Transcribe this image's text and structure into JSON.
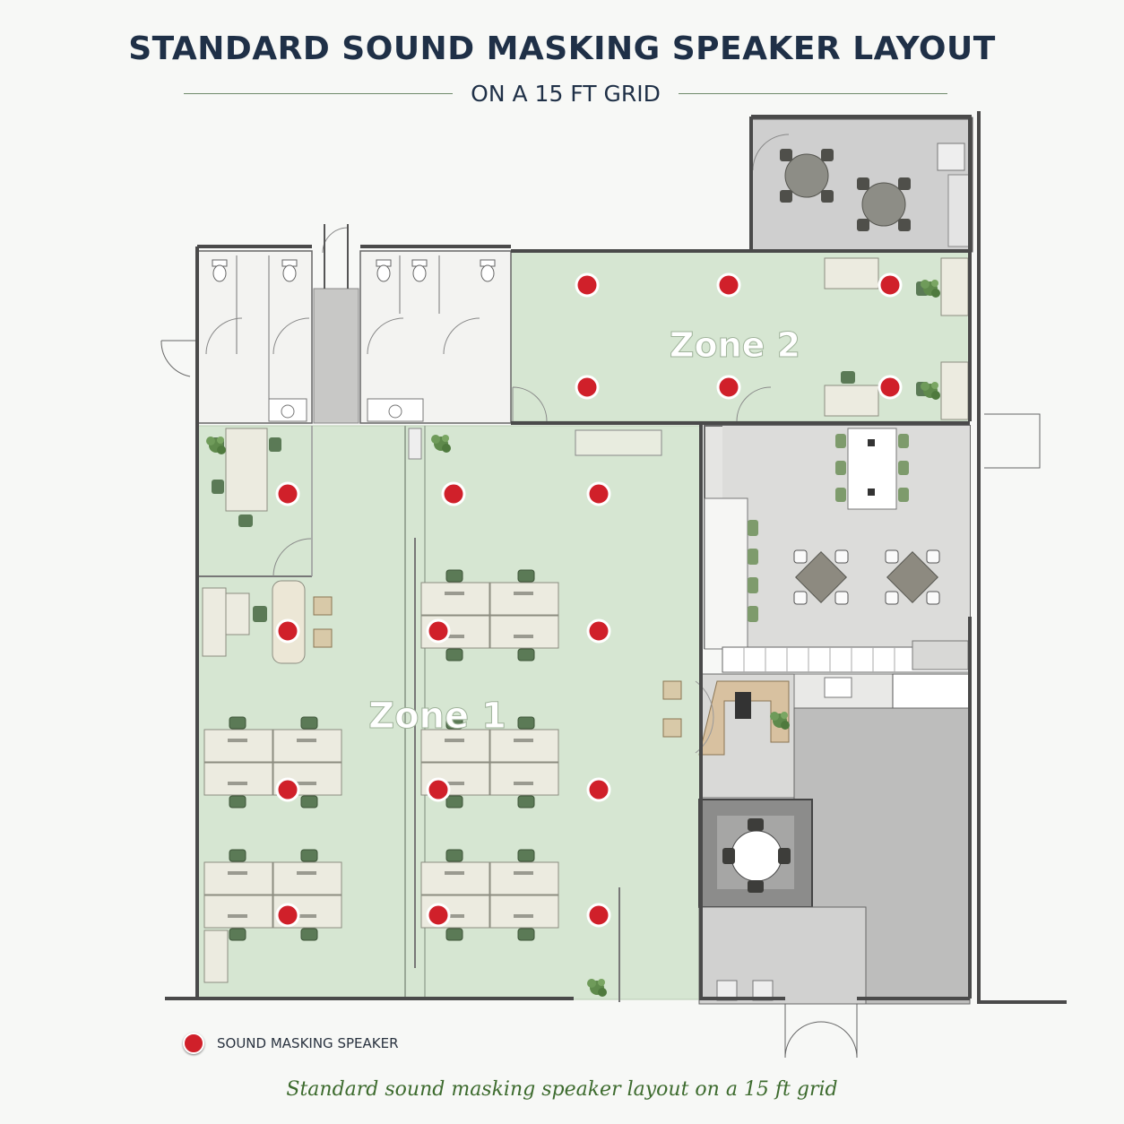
{
  "header": {
    "title": "STANDARD SOUND MASKING SPEAKER LAYOUT",
    "subtitle": "ON A 15 FT GRID"
  },
  "zones": {
    "zone1": "Zone 1",
    "zone2": "Zone 2"
  },
  "legend": {
    "speaker_label": "SOUND MASKING SPEAKER"
  },
  "footer": {
    "caption": "Standard sound masking speaker layout on a 15 ft grid"
  },
  "colors": {
    "speaker": "#d0202a",
    "zone_fill": "#d6e6d2",
    "title": "#1f3047",
    "caption": "#3d6b2e"
  }
}
